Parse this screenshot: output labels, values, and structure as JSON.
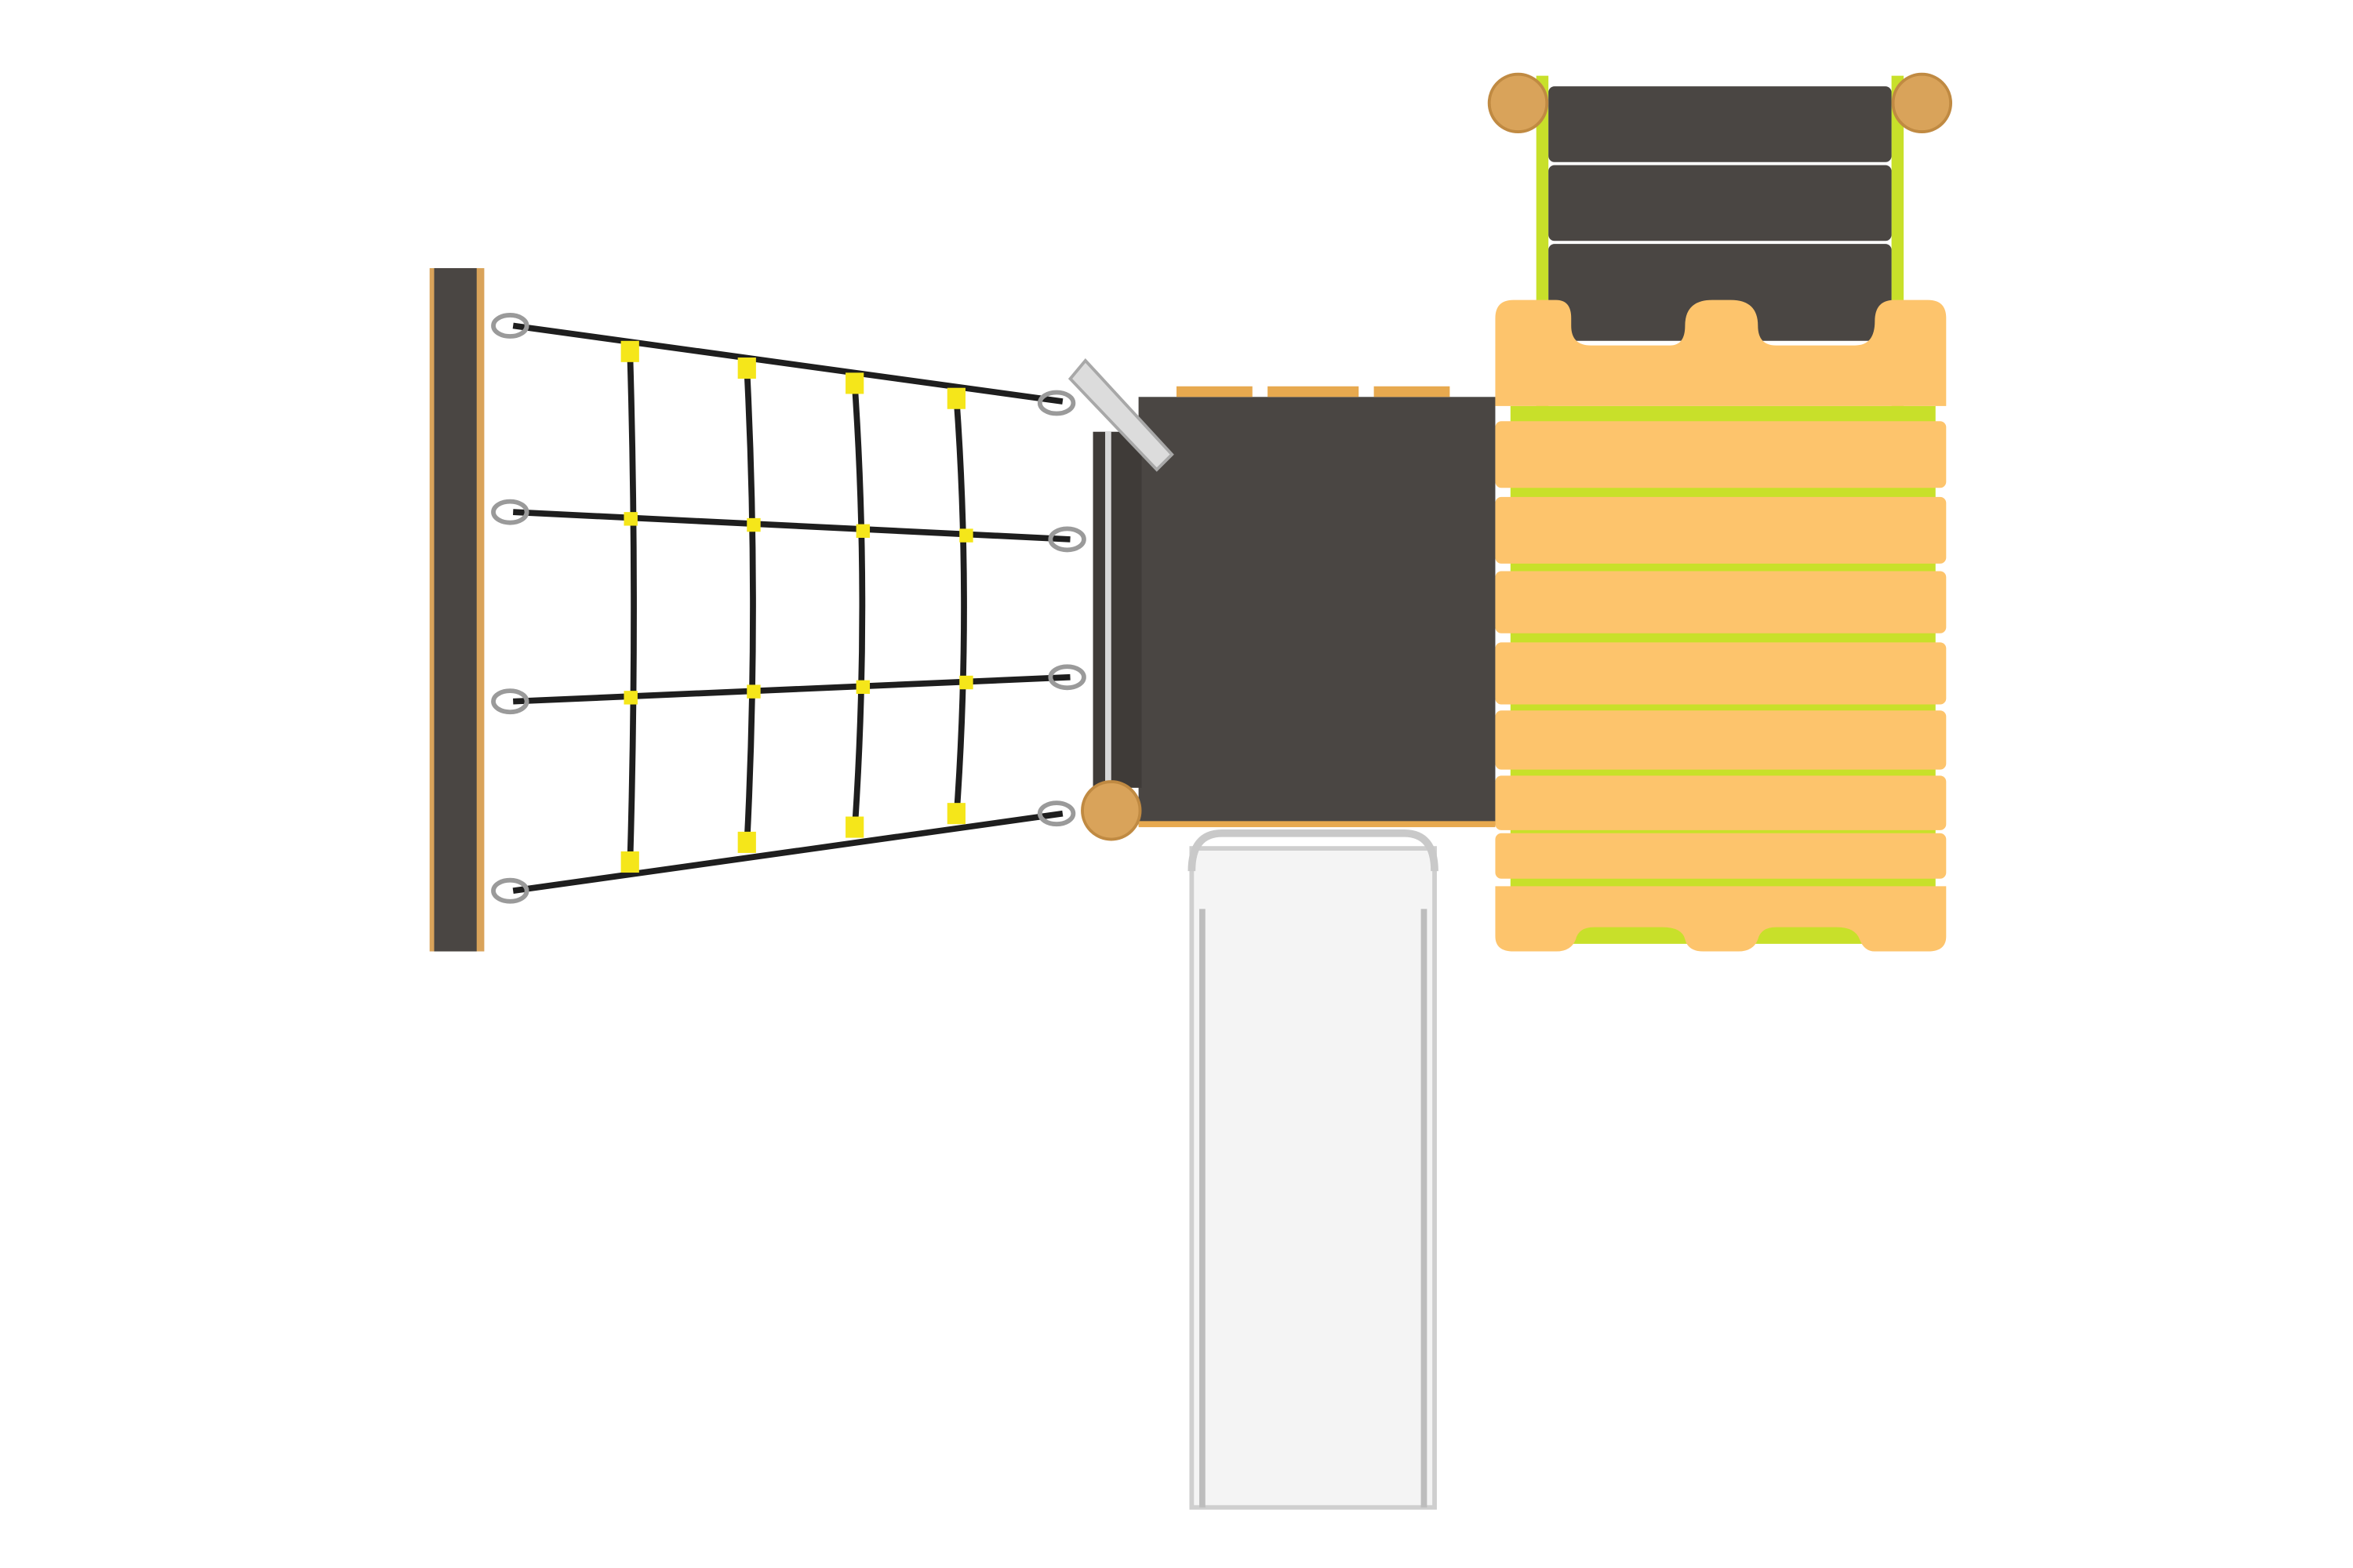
{
  "scene": {
    "subject": "playground-structure-top-view",
    "components": [
      "climbing-net",
      "net-post",
      "deck-platform",
      "slide",
      "stair-tower",
      "wooden-plank-wall",
      "round-posts",
      "handle-bar"
    ]
  },
  "colors": {
    "background": "#ffffff",
    "deck": "#4a4643",
    "wood": "#fdc46c",
    "wood_dark": "#e7a94f",
    "post_round": "#d9a35a",
    "accent_lime": "#c8e02a",
    "rope": "#1e1e1e",
    "rope_clip": "#f5e61a",
    "steel": "#d8d8d8",
    "slide": "#f2f2f2"
  }
}
